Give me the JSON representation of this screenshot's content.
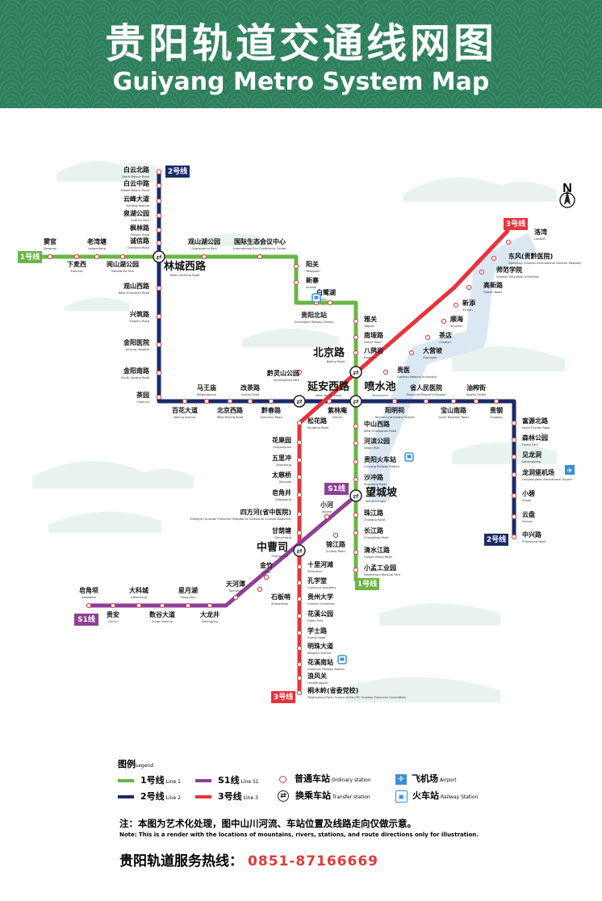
{
  "header": {
    "title_cn": "贵阳轨道交通线网图",
    "title_en": "Guiyang Metro System Map",
    "bg_color": "#2e7d5b"
  },
  "colors": {
    "line1": "#6ab545",
    "line2": "#1b2a6b",
    "line3": "#e8323a",
    "lineS1": "#8e3f96"
  },
  "compass": {
    "letter": "N"
  },
  "lines": [
    {
      "id": "line1",
      "badge_cn": "1号线",
      "badge_en": "Line 1"
    },
    {
      "id": "line2",
      "badge_cn": "2号线",
      "badge_en": "Line 2"
    },
    {
      "id": "line3",
      "badge_cn": "3号线",
      "badge_en": "Line 3"
    },
    {
      "id": "lineS1",
      "badge_cn": "S1线",
      "badge_en": "Line S1"
    }
  ],
  "stations": {
    "baiyunbeilu": {
      "cn": "白云北路",
      "en": "North Baiyun Road"
    },
    "baiyunzhonglu": {
      "cn": "白云中路",
      "en": "Middle Baiyun Road"
    },
    "yunfengdadao": {
      "cn": "云峰大道",
      "en": "Yunfeng Avenue"
    },
    "quanhugongyuan": {
      "cn": "泉湖公园",
      "en": "Quanhu Park"
    },
    "fenglin": {
      "cn": "枫林路",
      "en": "Fenglin Road"
    },
    "chengxin": {
      "cn": "诚信路",
      "en": "Chengxin Road"
    },
    "doguan": {
      "cn": "窦官",
      "en": "Douguan"
    },
    "laowantang": {
      "cn": "老湾塘",
      "en": "Laowantang"
    },
    "xiamaxi": {
      "cn": "下麦西",
      "en": "Xiamaixi"
    },
    "yanshanhu": {
      "cn": "阅山湖公园",
      "en": "Yueshanhu Park"
    },
    "linchengxilu": {
      "cn": "林城西路",
      "en": "West Lincheng Road"
    },
    "guanshanhu": {
      "cn": "观山湖公园",
      "en": "Guanshanhu Park"
    },
    "guojishengtai": {
      "cn": "国际生态会议中心",
      "en": "International Eco-Conference Center"
    },
    "guanshanxilu": {
      "cn": "观山西路",
      "en": "West Guanshan Road"
    },
    "xingzhu": {
      "cn": "兴筑路",
      "en": "Xingzhu Road"
    },
    "jinyangyiyuan": {
      "cn": "金阳医院",
      "en": "Jinyang Hospital"
    },
    "jinyangnanlu": {
      "cn": "金阳南路",
      "en": "South Jinyang Road"
    },
    "chayuan": {
      "cn": "茶园",
      "en": "Chayuan"
    },
    "baihuadadao": {
      "cn": "百花大道",
      "en": "Baihua Avenue"
    },
    "mawangmiao": {
      "cn": "马王庙",
      "en": "Mawangmiao"
    },
    "beijingxilu": {
      "cn": "北京西路",
      "en": "West Beijing Road"
    },
    "gaichalu": {
      "cn": "改茶路",
      "en": "Gaicha Road"
    },
    "qianchunlu": {
      "cn": "黔春路",
      "en": "Qianchun Road"
    },
    "yangguan": {
      "cn": "阳关",
      "en": "Yangguan"
    },
    "xinzhai": {
      "cn": "新寨",
      "en": "Xinzhai"
    },
    "bailuhu": {
      "cn": "白鹭湖",
      "en": "Bailuhu"
    },
    "guiyangbeizhan": {
      "cn": "贵阳北站",
      "en": "Guiyangbei Railway Station"
    },
    "yaguan": {
      "cn": "雅关",
      "en": "Yaguan"
    },
    "nanbalu": {
      "cn": "南垭路",
      "en": "Nanya Road"
    },
    "bajiaoyan": {
      "cn": "八鸽岩",
      "en": "Bageyan"
    },
    "beijinglu": {
      "cn": "北京路",
      "en": "Beijing Road"
    },
    "qianlingshan": {
      "cn": "黔灵山公园",
      "en": "Qianlingshan Park"
    },
    "yananxilu": {
      "cn": "延安西路",
      "en": "West Yan'an Road"
    },
    "penshuichi": {
      "cn": "喷水池",
      "en": "Penshuichi"
    },
    "zimulin": {
      "cn": "紫林庵",
      "en": "Zilin'an"
    },
    "songhualu": {
      "cn": "松花路",
      "en": "Songhua Road"
    },
    "yangmingci": {
      "cn": "阳明祠",
      "en": "Yangming Ancestral Temple"
    },
    "shengrenmin": {
      "cn": "省人民医院",
      "en": "Provincial People's Hospital"
    },
    "youzhajie": {
      "cn": "油榨街",
      "en": "Youzha Street"
    },
    "baoshannanlu": {
      "cn": "宝山南路",
      "en": "South Baoshan Road"
    },
    "guigang": {
      "cn": "贵钢",
      "en": "Guigang"
    },
    "zhongshanxilu": {
      "cn": "中山西路",
      "en": "West Zhongshan Road"
    },
    "hebingongyuan": {
      "cn": "河滨公园",
      "en": "Hebin Park"
    },
    "guiyanghuochezhan": {
      "cn": "贵阳火车站",
      "en": "Guiyang Railway Station"
    },
    "shachonglu": {
      "cn": "沙冲路",
      "en": "Shachong Road"
    },
    "wangchengpo": {
      "cn": "望城坡",
      "en": "Wangchengpo"
    },
    "zhujianglu": {
      "cn": "珠江路",
      "en": "Zhujiang Road"
    },
    "changjianglu": {
      "cn": "长江路",
      "en": "Changjiang Road"
    },
    "qingshuijianglu": {
      "cn": "清水江路",
      "en": "Qingshuijiang Road"
    },
    "xiaomengyuan": {
      "cn": "小孟工业园",
      "en": "Xiaomeng Industrial Park"
    },
    "fugaobeilu": {
      "cn": "富源北路",
      "en": "North Fuyuan Road"
    },
    "senlingongyuan": {
      "cn": "森林公园",
      "en": "Forest Park"
    },
    "jianlongdong": {
      "cn": "见龙洞",
      "en": "Jianlongdong"
    },
    "longdongbao": {
      "cn": "龙洞堡机场",
      "en": "Longdongbao International Airport"
    },
    "xiaobi": {
      "cn": "小碧",
      "en": "Xiaobi"
    },
    "yunpan": {
      "cn": "云盘",
      "en": "Yunpan"
    },
    "zhonghelu": {
      "cn": "中兴路",
      "en": "Zhongxing Road"
    },
    "luowan": {
      "cn": "洛湾",
      "en": "Luowan"
    },
    "dongfeng": {
      "cn": "东风(贵黔医院)",
      "en": "Dongfeng (Guiqian International General Hospital)"
    },
    "shifanxueyuan": {
      "cn": "师范学院",
      "en": "Guizhou Education University"
    },
    "gaoxinlu": {
      "cn": "高新路",
      "en": "Gaoxin Road"
    },
    "xintian": {
      "cn": "新添",
      "en": "Xintian"
    },
    "shunhai": {
      "cn": "顺海",
      "en": "Shunhai"
    },
    "chadian": {
      "cn": "茶店",
      "en": "Chadian"
    },
    "dayingpo": {
      "cn": "大营坡",
      "en": "Dayingpo"
    },
    "guiyi": {
      "cn": "贵医",
      "en": "Guizhou Medical University"
    },
    "huaguoyuan": {
      "cn": "花果园",
      "en": "Huaguoyuan"
    },
    "wulichong": {
      "cn": "五里冲",
      "en": "Wulichong"
    },
    "taicibridge": {
      "cn": "太慈桥",
      "en": "Taiciqiao"
    },
    "zaojiaojing": {
      "cn": "皂角井",
      "en": "Zaojiaojing"
    },
    "sifanghe": {
      "cn": "四方河(省中医院)",
      "en": "Sifanghe (Guizhou Provincial Hospital of Traditional Chinese Medicine)"
    },
    "ganyintang": {
      "cn": "甘荫塘",
      "en": "Ganyintang"
    },
    "xiaohe": {
      "cn": "小河",
      "en": "Xiaohe"
    },
    "jinjianglu": {
      "cn": "锦江路",
      "en": "Jinjiang Road"
    },
    "zhongcaosi": {
      "cn": "中曹司",
      "en": "Zhongcaosi"
    },
    "jinzhu": {
      "cn": "金竹",
      "en": "Jinzhu"
    },
    "shibanshao": {
      "cn": "石板哨",
      "en": "Shibanshao"
    },
    "shilihetan": {
      "cn": "十里河滩",
      "en": "Shilihetan"
    },
    "kongxuetang": {
      "cn": "孔学堂",
      "en": "Confucius Academy"
    },
    "guizhoudaxue": {
      "cn": "贵州大学",
      "en": "Guizhou University"
    },
    "huaxigongyuan": {
      "cn": "花溪公园",
      "en": "Huaxi Park"
    },
    "xueshilu": {
      "cn": "学士路",
      "en": "Xueshi Road"
    },
    "mingzhudadao": {
      "cn": "明珠大道",
      "en": "Mingzhu Avenue"
    },
    "huaxinanzhan": {
      "cn": "花溪南站",
      "en": "Huaxinan Railway Station"
    },
    "langfengguan": {
      "cn": "浪风关",
      "en": "Langfengguan"
    },
    "tongmuling": {
      "cn": "桐木岭(省委党校)",
      "en": "Tongmuling (Party School of the CPC Guizhou Provincial Committee)"
    },
    "zaojiaoba": {
      "cn": "皂角坝",
      "en": "Zaojiaoba"
    },
    "guian": {
      "cn": "贵安",
      "en": "Gui'an"
    },
    "dakecheng": {
      "cn": "大科城",
      "en": "Dakecheng"
    },
    "shuguda": {
      "cn": "数谷大道",
      "en": "Shugu Avenue"
    },
    "xingyuehu": {
      "cn": "星月湖",
      "en": "Xingyuehu"
    },
    "dalongjing": {
      "cn": "大龙井",
      "en": "Dalongjing"
    },
    "tianhetan": {
      "cn": "天河潭",
      "en": "Tianhetan"
    }
  },
  "legend": {
    "title": "图例",
    "title_en": "Legend",
    "items": [
      {
        "cn": "1号线",
        "en": "Line 1",
        "kind": "line1"
      },
      {
        "cn": "2号线",
        "en": "Line 2",
        "kind": "line2"
      },
      {
        "cn": "S1线",
        "en": "Line S1",
        "kind": "lineS1"
      },
      {
        "cn": "3号线",
        "en": "Line 3",
        "kind": "line3"
      },
      {
        "cn": "普通车站",
        "en": "Ordinary station",
        "kind": "ordinary"
      },
      {
        "cn": "换乘车站",
        "en": "Transfer station",
        "kind": "transfer"
      },
      {
        "cn": "飞机场",
        "en": "Airport",
        "kind": "airport"
      },
      {
        "cn": "火车站",
        "en": "Railway Station",
        "kind": "railway"
      }
    ]
  },
  "note": {
    "cn": "注：本图为艺术化处理，图中山川河流、车站位置及线路走向仅做示意。",
    "en": "Note: This is a render with the locations of mountains, rivers, stations, and route directions only for illustration."
  },
  "hotline": {
    "label": "贵阳轨道服务热线：",
    "number": "0851-87166669"
  }
}
